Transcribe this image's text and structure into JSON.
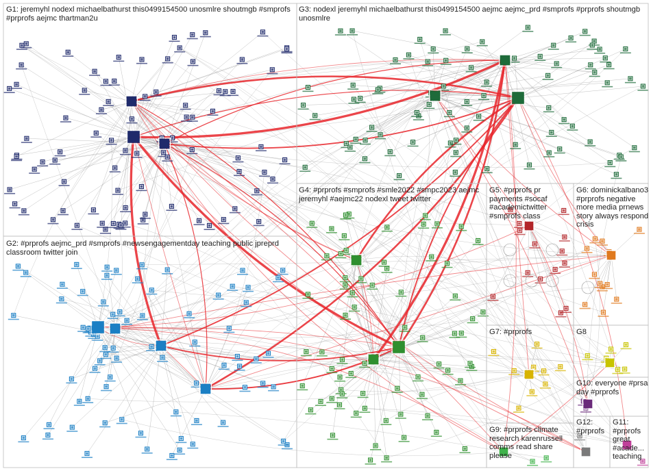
{
  "graph": {
    "background": "#ffffff",
    "edge_color": "#8c8c8c",
    "highlight_edge_color": "#e8252a",
    "groups": [
      {
        "id": "G1",
        "label": "G1: jeremyhl nodexl michaelbathurst this0499154500 unosmlre shoutmgb #smprofs #prprofs aejmc thartman2u",
        "color": "#1f2a6b"
      },
      {
        "id": "G2",
        "label": "G2: #prprofs aejmc_prd #smprofs #newsengagementday teaching public jpreprd classroom twitter join",
        "color": "#1b7fc4"
      },
      {
        "id": "G3",
        "label": "G3: nodexl jeremyhl michaelbathurst this0499154500 aejmc aejmc_prd #smprofs #prprofs shoutmgb unosmlre",
        "color": "#1e6b3a"
      },
      {
        "id": "G4",
        "label": "G4: #prprofs #smprofs #smle2022 #smpc2023 aejmc jeremyhl #aejmc22 nodexl tweet twitter",
        "color": "#2f8f2f"
      },
      {
        "id": "G5",
        "label": "G5: #prprofs pr payments #socaf #academictwitter #smprofs class",
        "color": "#b3262a"
      },
      {
        "id": "G6",
        "label": "G6: dominickalbano3 #prprofs negative more media prnews story always respond crisis",
        "color": "#e07a1f"
      },
      {
        "id": "G7",
        "label": "G7: #prprofs",
        "color": "#d8b400"
      },
      {
        "id": "G8",
        "label": "G8",
        "color": "#c8c400"
      },
      {
        "id": "G9",
        "label": "G9: #prprofs climate research karenrussell comms read share please",
        "color": "#3fb24a"
      },
      {
        "id": "G10",
        "label": "G10: everyone #prsa day #prprofs",
        "color": "#6a2a7a"
      },
      {
        "id": "G11",
        "label": "G11: #prprofs great #acade... teaching",
        "color": "#c0409a"
      },
      {
        "id": "G12",
        "label": "G12: #prprofs",
        "color": "#7a7a7a"
      }
    ]
  }
}
